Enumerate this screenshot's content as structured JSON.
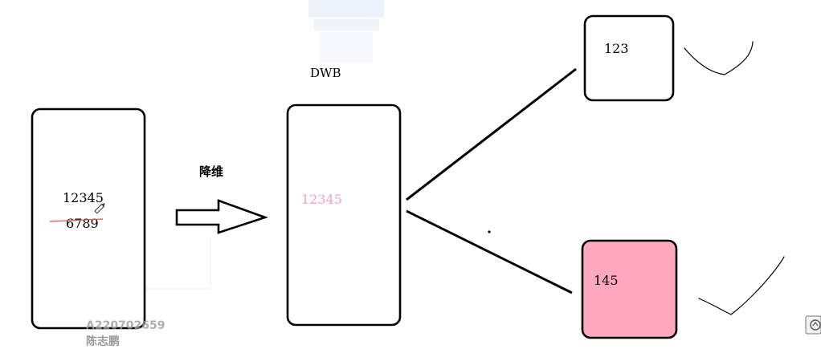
{
  "labels": {
    "reduction_label": "降维",
    "dwb_label": "DWB"
  },
  "source_box": {
    "line1": "12345",
    "line2": "6789"
  },
  "dwb_box": {
    "value": "12345",
    "text_color": "#f4a3b9"
  },
  "output_top": {
    "value": "123",
    "fill": "#ffffff"
  },
  "output_bottom": {
    "value": "145",
    "fill": "#ffa8c0"
  },
  "watermark": {
    "id_text": "A220702659",
    "name_text": "陈志鹏"
  },
  "colors": {
    "stroke": "#000000",
    "strike": "#d9534f",
    "watermark": "#9a9a9a"
  },
  "icons": {
    "pencil": "pencil-icon",
    "corner": "app-corner-icon"
  }
}
